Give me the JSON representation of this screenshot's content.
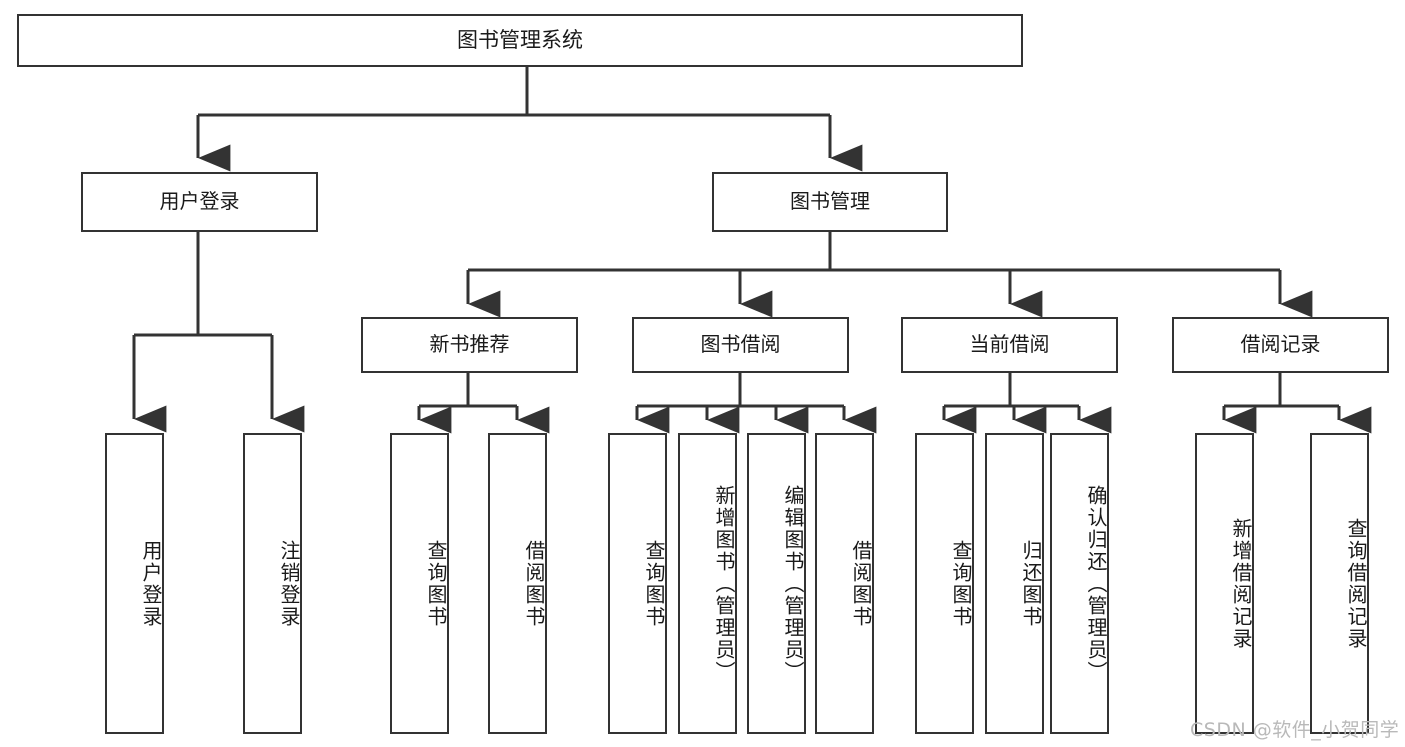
{
  "diagram": {
    "title": "图书管理系统",
    "type": "tree",
    "orientation": "top-down",
    "colors": {
      "node_border": "#333333",
      "node_fill": "#ffffff",
      "edge": "#333333",
      "text": "#1a1a1a",
      "watermark": "#b9b9b9",
      "background": "#ffffff"
    },
    "nodes": {
      "root": {
        "label": "图书管理系统"
      },
      "level1": [
        {
          "id": "user-login",
          "label": "用户登录"
        },
        {
          "id": "book-management",
          "label": "图书管理"
        }
      ],
      "level2": [
        {
          "id": "new-book-recommend",
          "label": "新书推荐",
          "parent": "book-management"
        },
        {
          "id": "book-borrow",
          "label": "图书借阅",
          "parent": "book-management"
        },
        {
          "id": "current-borrow",
          "label": "当前借阅",
          "parent": "book-management"
        },
        {
          "id": "borrow-record",
          "label": "借阅记录",
          "parent": "book-management"
        }
      ],
      "leaves": [
        {
          "id": "leaf-user-login",
          "label": "用户登录",
          "parent": "user-login"
        },
        {
          "id": "leaf-user-logout",
          "label": "注销登录",
          "parent": "user-login"
        },
        {
          "id": "leaf-query-book-1",
          "label": "查询图书",
          "parent": "new-book-recommend"
        },
        {
          "id": "leaf-borrow-book-1",
          "label": "借阅图书",
          "parent": "new-book-recommend"
        },
        {
          "id": "leaf-query-book-2",
          "label": "查询图书",
          "parent": "book-borrow"
        },
        {
          "id": "leaf-add-book",
          "label": "新增图书（管理员）",
          "parent": "book-borrow"
        },
        {
          "id": "leaf-edit-book",
          "label": "编辑图书（管理员）",
          "parent": "book-borrow"
        },
        {
          "id": "leaf-borrow-book-2",
          "label": "借阅图书",
          "parent": "book-borrow"
        },
        {
          "id": "leaf-query-book-3",
          "label": "查询图书",
          "parent": "current-borrow"
        },
        {
          "id": "leaf-return-book",
          "label": "归还图书",
          "parent": "current-borrow"
        },
        {
          "id": "leaf-confirm-return",
          "label": "确认归还（管理员）",
          "parent": "current-borrow"
        },
        {
          "id": "leaf-add-record",
          "label": "新增借阅记录",
          "parent": "borrow-record"
        },
        {
          "id": "leaf-query-record",
          "label": "查询借阅记录",
          "parent": "borrow-record"
        }
      ]
    }
  },
  "watermark": {
    "text": "CSDN @软件_小贺同学"
  }
}
